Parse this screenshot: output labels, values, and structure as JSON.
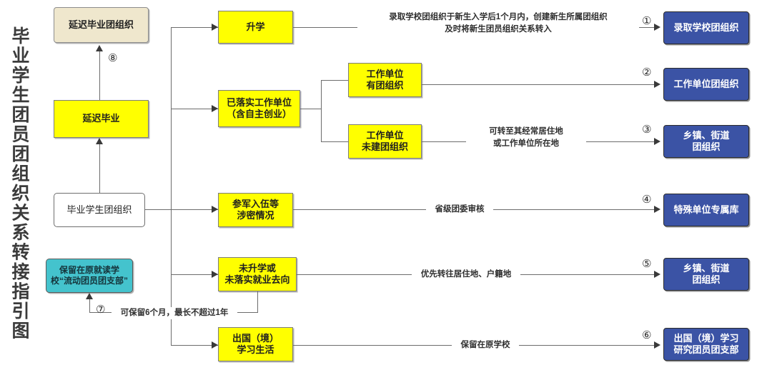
{
  "title": "毕业学生团员团组织关系转接指引图",
  "nodes": {
    "delayed_grad_org": "延迟毕业团组织",
    "delayed_grad": "延迟毕业",
    "graduate_student_org": "毕业学生团组织",
    "floating_branch": "保留在原就读学\n校“流动团员团支部”",
    "further_study": "升学",
    "employed": "已落实工作单位\n（含自主创业）",
    "employer_has_org": "工作单位\n有团组织",
    "employer_no_org": "工作单位\n未建团组织",
    "military_secret": "参军入伍等\n涉密情况",
    "no_study_no_job": "未升学或\n未落实就业去向",
    "abroad": "出国（境）\n学习生活"
  },
  "targets": [
    {
      "num": "①",
      "label": "录取学校团组织"
    },
    {
      "num": "②",
      "label": "工作单位团组织"
    },
    {
      "num": "③",
      "label": "乡镇、街道\n团组织"
    },
    {
      "num": "④",
      "label": "特殊单位专属库"
    },
    {
      "num": "⑤",
      "label": "乡镇、街道\n团组织"
    },
    {
      "num": "⑥",
      "label": "出国（境）学习\n研究团员团支部"
    }
  ],
  "edge_labels": {
    "to_school": "录取学校团组织于新生入学后1个月内，创建新生所属团组织\n及时将新生团员组织关系转入",
    "to_township": "可转至其经常居住地\n或工作单位所在地",
    "to_special": "省级团委审核",
    "to_residence": "优先转往居住地、户籍地",
    "to_abroad": "保留在原学校",
    "retain_period": "可保留6个月，最长不超过1年"
  },
  "edge_numbers": {
    "delayed": "⑧",
    "retain": "⑦"
  },
  "colors": {
    "yellow": "#ffff00",
    "blue": "#3b53a5",
    "teal": "#44c3cd",
    "beige": "#efe7cd",
    "line": "#6c6c6c"
  }
}
